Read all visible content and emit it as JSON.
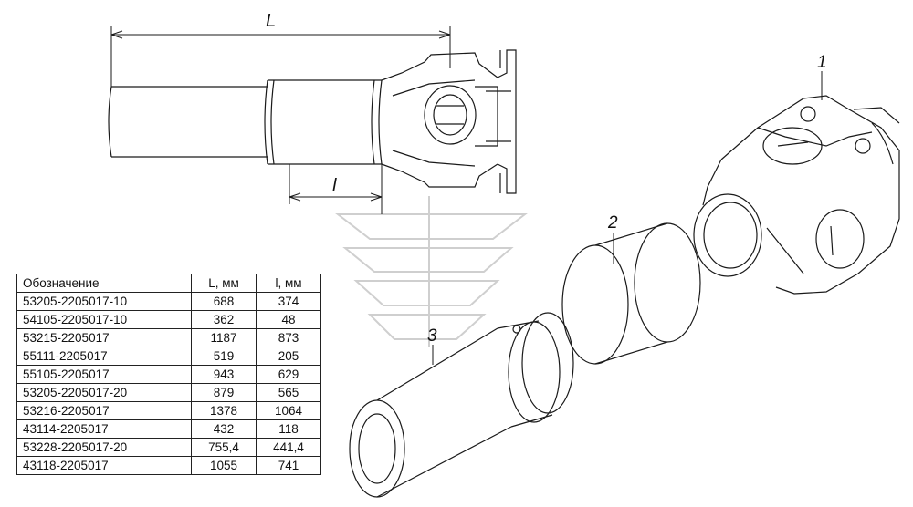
{
  "callouts": {
    "part1": "1",
    "part2": "2",
    "part3": "3"
  },
  "dimensions": {
    "overall": "L",
    "partial": "l"
  },
  "table": {
    "headers": [
      "Обозначение",
      "L, мм",
      "l, мм"
    ],
    "rows": [
      [
        "53205-2205017-10",
        "688",
        "374"
      ],
      [
        "54105-2205017-10",
        "362",
        "48"
      ],
      [
        "53215-2205017",
        "1187",
        "873"
      ],
      [
        "55111-2205017",
        "519",
        "205"
      ],
      [
        "55105-2205017",
        "943",
        "629"
      ],
      [
        "53205-2205017-20",
        "879",
        "565"
      ],
      [
        "53216-2205017",
        "1378",
        "1064"
      ],
      [
        "43114-2205017",
        "432",
        "118"
      ],
      [
        "53228-2205017-20",
        "755,4",
        "441,4"
      ],
      [
        "43118-2205017",
        "1055",
        "741"
      ]
    ]
  }
}
